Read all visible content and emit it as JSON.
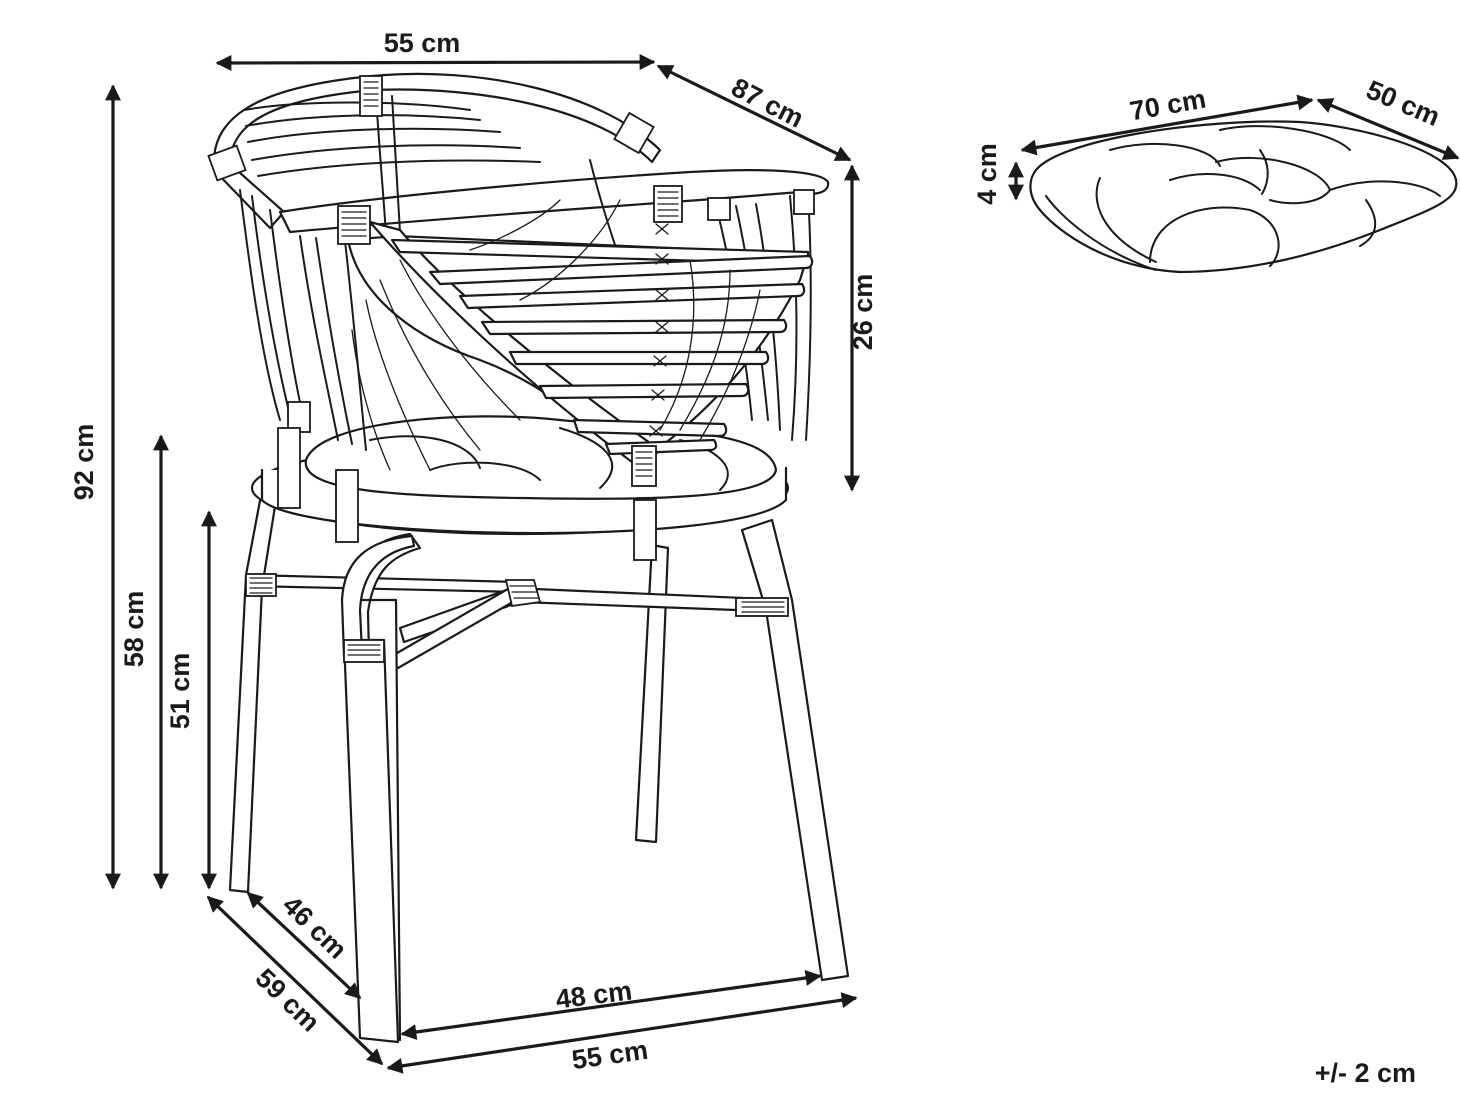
{
  "labels": {
    "top_width": "55 cm",
    "top_depth": "87 cm",
    "height_total": "92 cm",
    "height_arm": "58 cm",
    "height_seat": "51 cm",
    "backrest_height": "26 cm",
    "seat_depth": "46 cm",
    "base_depth": "59 cm",
    "seat_width": "48 cm",
    "base_width": "55 cm",
    "cushion_width": "70 cm",
    "cushion_depth": "50 cm",
    "cushion_thickness": "4 cm",
    "tolerance": "+/- 2 cm"
  },
  "colors": {
    "ink": "#1a1a1a",
    "background": "#ffffff"
  }
}
